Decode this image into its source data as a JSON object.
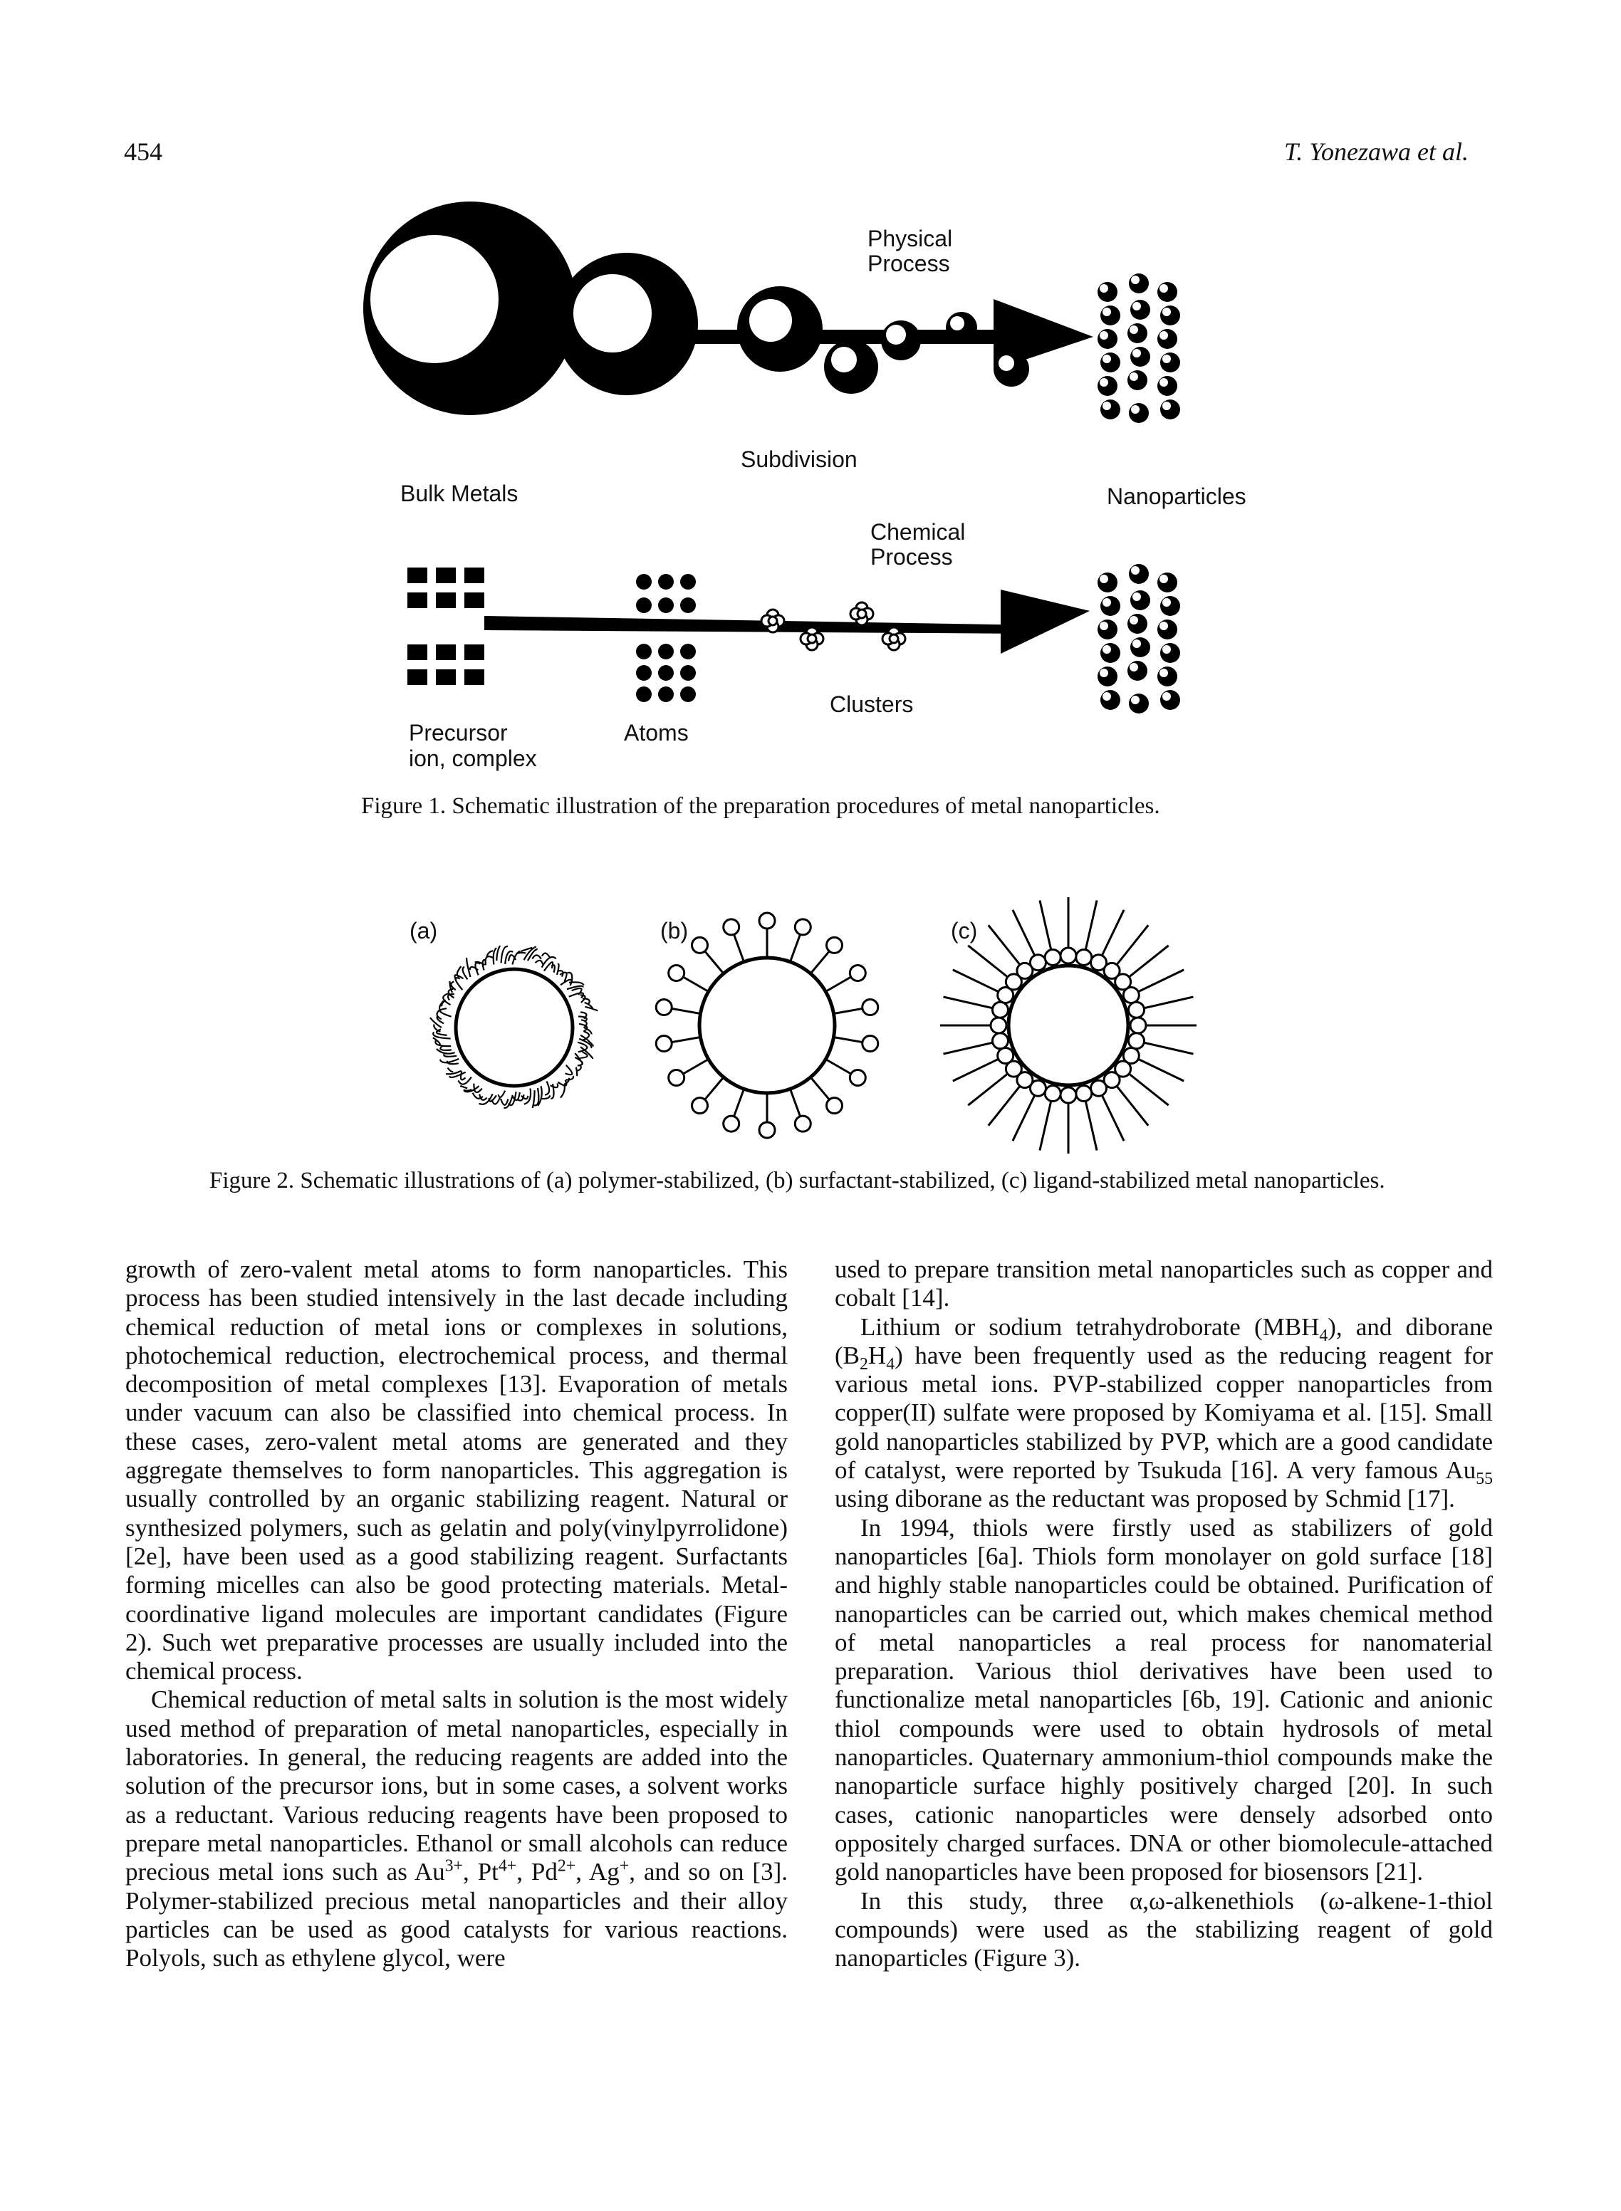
{
  "header": {
    "page_number": "454",
    "running_head": "T. Yonezawa et al."
  },
  "figure1": {
    "labels": {
      "physical_process_line1": "Physical",
      "physical_process_line2": "Process",
      "subdivision": "Subdivision",
      "bulk_metals": "Bulk Metals",
      "nanoparticles": "Nanoparticles",
      "chemical_process_line1": "Chemical",
      "chemical_process_line2": "Process",
      "clusters": "Clusters",
      "precursor_line1": "Precursor",
      "precursor_line2": "ion, complex",
      "atoms": "Atoms"
    },
    "caption": "Figure 1.   Schematic illustration of the preparation procedures of metal nanoparticles."
  },
  "figure2": {
    "panel_labels": [
      "(a)",
      "(b)",
      "(c)"
    ],
    "caption": "Figure 2.   Schematic illustrations of (a) polymer-stabilized, (b) surfactant-stabilized, (c) ligand-stabilized metal nanoparticles."
  },
  "body": {
    "left": {
      "p1": "growth of zero-valent metal atoms to form nanoparticles. This process has been studied intensively in the last decade including chemical reduction of metal ions or complexes in solutions, photochemical reduction, electrochemical process, and thermal decomposition of metal complexes [13]. Evaporation of metals under vacuum can also be classified into chemical process. In these cases, zero-valent metal atoms are generated and they aggregate themselves to form nanoparticles. This aggregation is usually controlled by an organic stabilizing reagent. Natural or synthesized polymers, such as gelatin and poly(vinylpyrrolidone) [2e], have been used as a good stabilizing reagent. Surfactants forming micelles can also be good protecting materials. Metal-coordinative ligand molecules are important candidates (Figure 2). Such wet preparative processes are usually included into the chemical process.",
      "p2_start": "Chemical reduction of metal salts in solution is the most widely used method of preparation of metal nanoparticles, especially in laboratories. In general, the reducing reagents are added into the solution of the precursor ions, but in some cases, a solvent works as a reductant. Various reducing reagents have been proposed to prepare metal nanoparticles. Ethanol or small alcohols can reduce precious metal ions such as Au",
      "p2_au_sup": "3+",
      "p2_pt": ", Pt",
      "p2_pt_sup": "4+",
      "p2_pd": ", Pd",
      "p2_pd_sup": "2+",
      "p2_ag": ", Ag",
      "p2_ag_sup": "+",
      "p2_end": ", and so on [3]. Polymer-stabilized precious metal nanoparticles and their alloy particles can be used as good catalysts for various reactions. Polyols, such as ethylene glycol, were"
    },
    "right": {
      "p1": "used to prepare transition metal nanoparticles such as copper and cobalt [14].",
      "p2_a": "Lithium or sodium tetrahydroborate (MBH",
      "p2_sub1": "4",
      "p2_b": "), and diborane (B",
      "p2_sub2": "2",
      "p2_c": "H",
      "p2_sub3": "4",
      "p2_d": ") have been frequently used as the reducing reagent for various metal ions. PVP-stabilized copper nanoparticles from copper(II) sulfate were proposed by Komiyama et al. [15]. Small gold nanoparticles stabilized by PVP, which are a good candidate of catalyst, were reported by Tsukuda [16]. A very famous Au",
      "p2_sub4": "55",
      "p2_e": " using diborane as the reductant was proposed by Schmid [17].",
      "p3": "In 1994, thiols were firstly used as stabilizers of gold nanoparticles [6a]. Thiols form monolayer on gold surface [18] and highly stable nanoparticles could be obtained. Purification of nanoparticles can be carried out, which makes chemical method of metal nanoparticles a real process for nanomaterial preparation. Various thiol derivatives have been used to functionalize metal nanoparticles [6b, 19]. Cationic and anionic thiol compounds were used to obtain hydrosols of metal nanoparticles. Quaternary ammonium-thiol compounds make the nanoparticle surface highly positively charged [20]. In such cases, cationic nanoparticles were densely adsorbed onto oppositely charged surfaces. DNA or other biomolecule-attached gold nanoparticles have been proposed for biosensors [21].",
      "p4": "In this study, three α,ω-alkenethiols (ω-alkene-1-thiol compounds) were used as the stabilizing reagent of gold nanoparticles (Figure 3)."
    }
  }
}
